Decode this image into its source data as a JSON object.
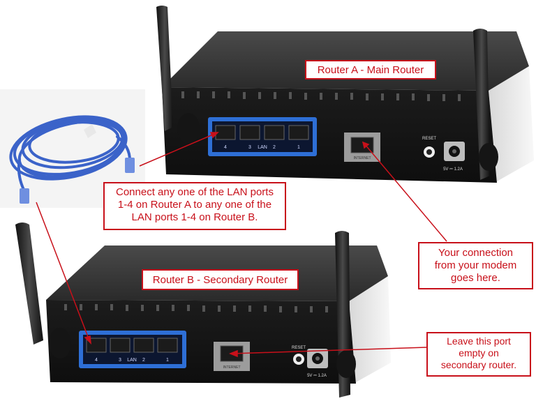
{
  "labels": {
    "router_a": "Router A - Main Router",
    "router_b": "Router B - Secondary Router",
    "connect_lines": [
      "Connect any one of the LAN ports",
      "1-4 on Router A to any one of the",
      "LAN ports 1-4 on Router B."
    ],
    "modem_lines": [
      "Your connection",
      "from your modem",
      "goes here."
    ],
    "leave_lines": [
      "Leave this port",
      "empty on",
      "secondary router."
    ]
  },
  "router_a": {
    "port_numbers": [
      "4",
      "3",
      "2",
      "1"
    ],
    "lan_label": "LAN",
    "internet_label": "INTERNET",
    "reset_label": "RESET",
    "power_label": "5V ⎓ 1.2A"
  },
  "router_b": {
    "port_numbers": [
      "4",
      "3",
      "2",
      "1"
    ],
    "lan_label": "LAN",
    "internet_label": "INTERNET",
    "reset_label": "RESET",
    "power_label": "5V ⎓ 1.2A"
  },
  "colors": {
    "annotation": "#c8101a",
    "lan_panel": "#2e6fd6",
    "router_body": "#2a2a2a",
    "cable": "#3b63c9"
  }
}
